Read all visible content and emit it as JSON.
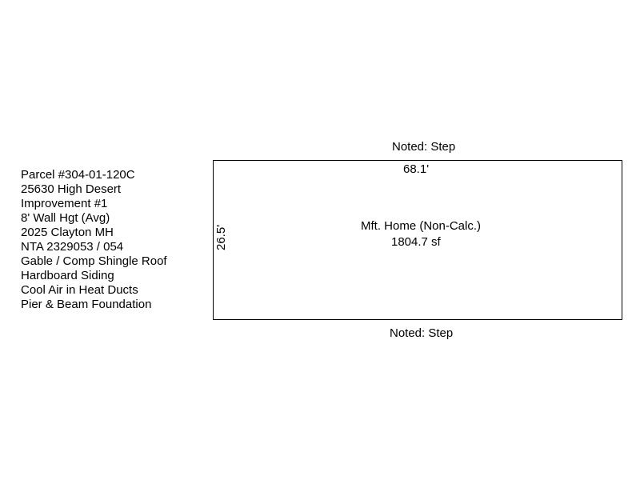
{
  "property_info": [
    "Parcel #304-01-120C",
    "25630 High Desert",
    "Improvement #1",
    "8' Wall Hgt (Avg)",
    "2025 Clayton MH",
    "NTA 2329053 / 054",
    "Gable / Comp Shingle Roof",
    "Hardboard Siding",
    "Cool Air in Heat Ducts",
    "Pier & Beam Foundation"
  ],
  "sketch": {
    "note_top": "Noted: Step",
    "note_bottom": "Noted: Step",
    "width_label": "68.1'",
    "depth_label": "26.5'",
    "area_name": "Mft. Home (Non-Calc.)",
    "area_size": "1804.7 sf",
    "line_color": "#000000"
  }
}
